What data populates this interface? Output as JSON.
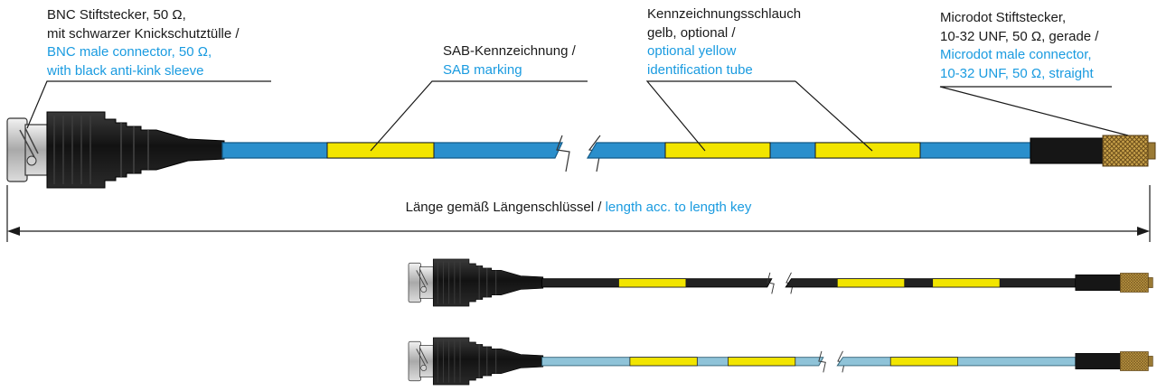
{
  "labels": {
    "bnc": {
      "de": [
        "BNC Stiftstecker, 50 Ω,",
        "mit schwarzer Knickschutztülle /"
      ],
      "en": [
        "BNC male connector, 50 Ω,",
        "with black anti-kink sleeve"
      ]
    },
    "sab": {
      "de": [
        "SAB-Kennzeichnung /"
      ],
      "en": [
        "SAB marking"
      ]
    },
    "tube": {
      "de": [
        "Kennzeichnungsschlauch",
        "gelb, optional /"
      ],
      "en": [
        "optional yellow",
        "identification tube"
      ]
    },
    "microdot": {
      "de": [
        "Microdot Stiftstecker,",
        "10-32 UNF, 50 Ω, gerade /"
      ],
      "en": [
        "Microdot male connector,",
        "10-32 UNF, 50 Ω, straight"
      ]
    }
  },
  "dimension": {
    "de": "Länge gemäß Längenschlüssel /",
    "en": "length acc. to length key"
  },
  "colors": {
    "cable_blue": "#2a8fcc",
    "cable_black": "#222222",
    "cable_lightblue": "#8fc3d8",
    "marking_yellow": "#f2e500",
    "connector_black": "#1c1c1c",
    "knurl_gold": "#c9a24a",
    "text_en": "#1a9be0"
  }
}
